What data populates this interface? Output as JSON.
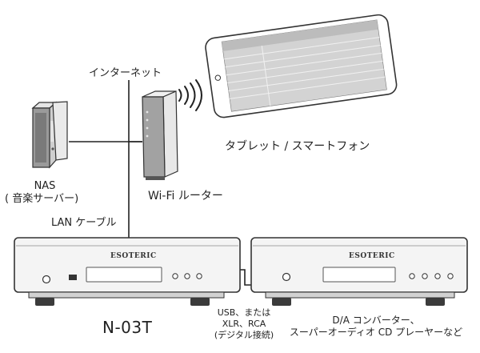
{
  "labels": {
    "internet": "インターネット",
    "tablet": "タブレット / スマートフォン",
    "nas_name": "NAS",
    "nas_desc": "( 音楽サーバー)",
    "router": "Wi-Fi ルーター",
    "lan_cable": "LAN ケーブル",
    "player_model": "N-03T",
    "connection_line1": "USB、または",
    "connection_line2": "XLR、RCA",
    "connection_line3": "(デジタル接続)",
    "dac_line1": "D/A コンバーター、",
    "dac_line2": "スーパーオーディオ CD プレーヤーなど"
  },
  "devices": {
    "player_brand": "ESOTERIC",
    "dac_brand": "ESOTERIC"
  }
}
